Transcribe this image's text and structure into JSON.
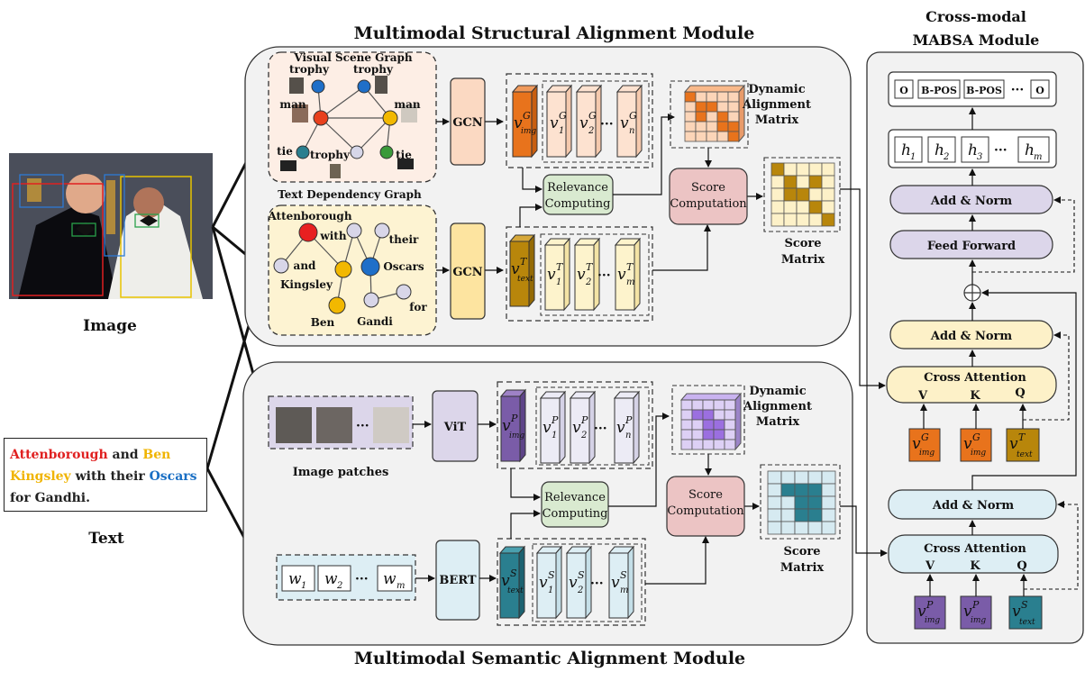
{
  "titles": {
    "structural": "Multimodal Structural Alignment Module",
    "semantic": "Multimodal Semantic Alignment Module",
    "mabsa_line1": "Cross-modal",
    "mabsa_line2": "MABSA Module"
  },
  "left": {
    "image_label": "Image",
    "text_label": "Text",
    "text_segments": [
      {
        "text": "Attenborough",
        "color": "#e02020"
      },
      {
        "text": " and ",
        "color": "#222222"
      },
      {
        "text": "Ben",
        "color": "#f0b400"
      },
      {
        "text": "\nKingsley",
        "color": "#f0b400"
      },
      {
        "text": " with their ",
        "color": "#222222"
      },
      {
        "text": "Oscars",
        "color": "#1a6fc4"
      },
      {
        "text": "\nfor Gandhi.",
        "color": "#222222"
      }
    ]
  },
  "structural": {
    "scene_graph_title": "Visual Scene Graph",
    "scene_nodes": [
      "trophy",
      "trophy",
      "man",
      "man",
      "tie",
      "trophy",
      "tie"
    ],
    "dep_graph_title": "Text Dependency Graph",
    "dep_nodes": [
      "Attenborough",
      "with",
      "their",
      "and",
      "Oscars",
      "Kingsley",
      "Ben",
      "Gandi",
      "for"
    ],
    "gcn": "GCN",
    "relevance_line1": "Relevance",
    "relevance_line2": "Computing",
    "score_line1": "Score",
    "score_line2": "Computation",
    "dam_line1": "Dynamic",
    "dam_line2": "Alignment",
    "dam_line3": "Matrix",
    "sm_line1": "Score",
    "sm_line2": "Matrix"
  },
  "semantic": {
    "patches_label": "Image patches",
    "vit": "ViT",
    "bert": "BERT",
    "w_tokens": [
      "w",
      "w",
      "w"
    ],
    "w_subs": [
      "1",
      "2",
      "m"
    ],
    "relevance_line1": "Relevance",
    "relevance_line2": "Computing",
    "score_line1": "Score",
    "score_line2": "Computation",
    "dam_line1": "Dynamic",
    "dam_line2": "Alignment",
    "dam_line3": "Matrix",
    "sm_line1": "Score",
    "sm_line2": "Matrix"
  },
  "mabsa": {
    "output_tags": [
      "O",
      "B-POS",
      "B-POS",
      "···",
      "O"
    ],
    "hidden": [
      "h",
      "h",
      "h",
      "h"
    ],
    "hidden_subs": [
      "1",
      "2",
      "3",
      "m"
    ],
    "add_norm": "Add & Norm",
    "feed_forward": "Feed Forward",
    "cross_attention": "Cross Attention",
    "v": "V",
    "k": "K",
    "q": "Q"
  },
  "colors": {
    "module_bg": "#f2f2f2",
    "scene_bg": "#fdeee5",
    "dep_bg": "#fdf3d2",
    "gcn_top": "#fbd9c2",
    "gcn_bottom": "#fde4a0",
    "orange": "#e8731c",
    "brown": "#b8860b",
    "purple": "#7a5ca8",
    "teal": "#2a7f8f",
    "relevance": "#d9ead0",
    "score": "#ecc4c4",
    "lavender": "#dcd6ea",
    "light_yellow": "#fdf1c8",
    "light_blue": "#ddeef4"
  }
}
